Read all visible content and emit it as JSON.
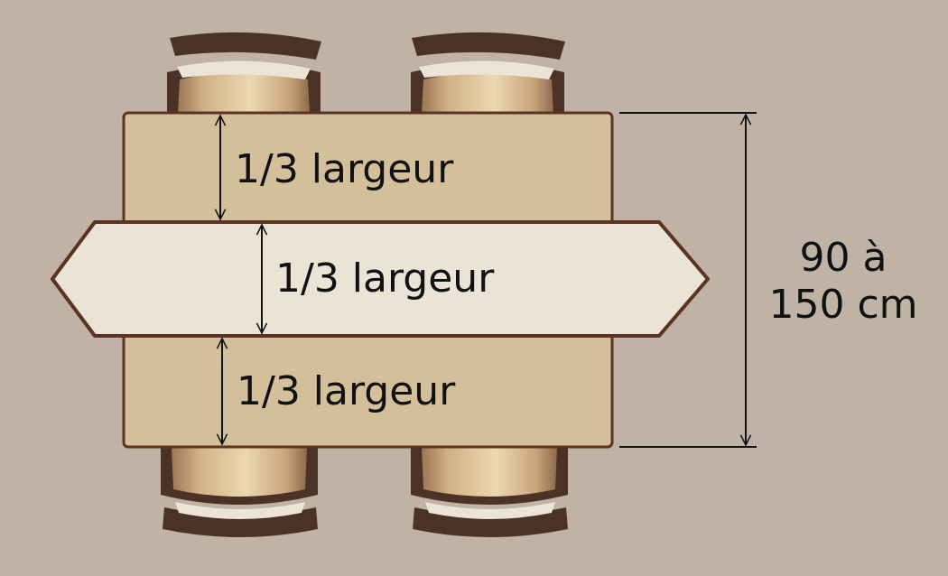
{
  "diagram": {
    "top_section_label": "1/3 largeur",
    "runner_label": "1/3 largeur",
    "bottom_section_label": "1/3 largeur",
    "dimension_label_line1": "90 à",
    "dimension_label_line2": "150 cm"
  },
  "colors": {
    "background": "#c1b2a6",
    "table": "#d4bf9b",
    "table_border": "#5a3322",
    "runner": "#ebe3d6",
    "chair_wood": "#4a3226",
    "chair_seat": "#d6b78b",
    "line": "#111111"
  }
}
